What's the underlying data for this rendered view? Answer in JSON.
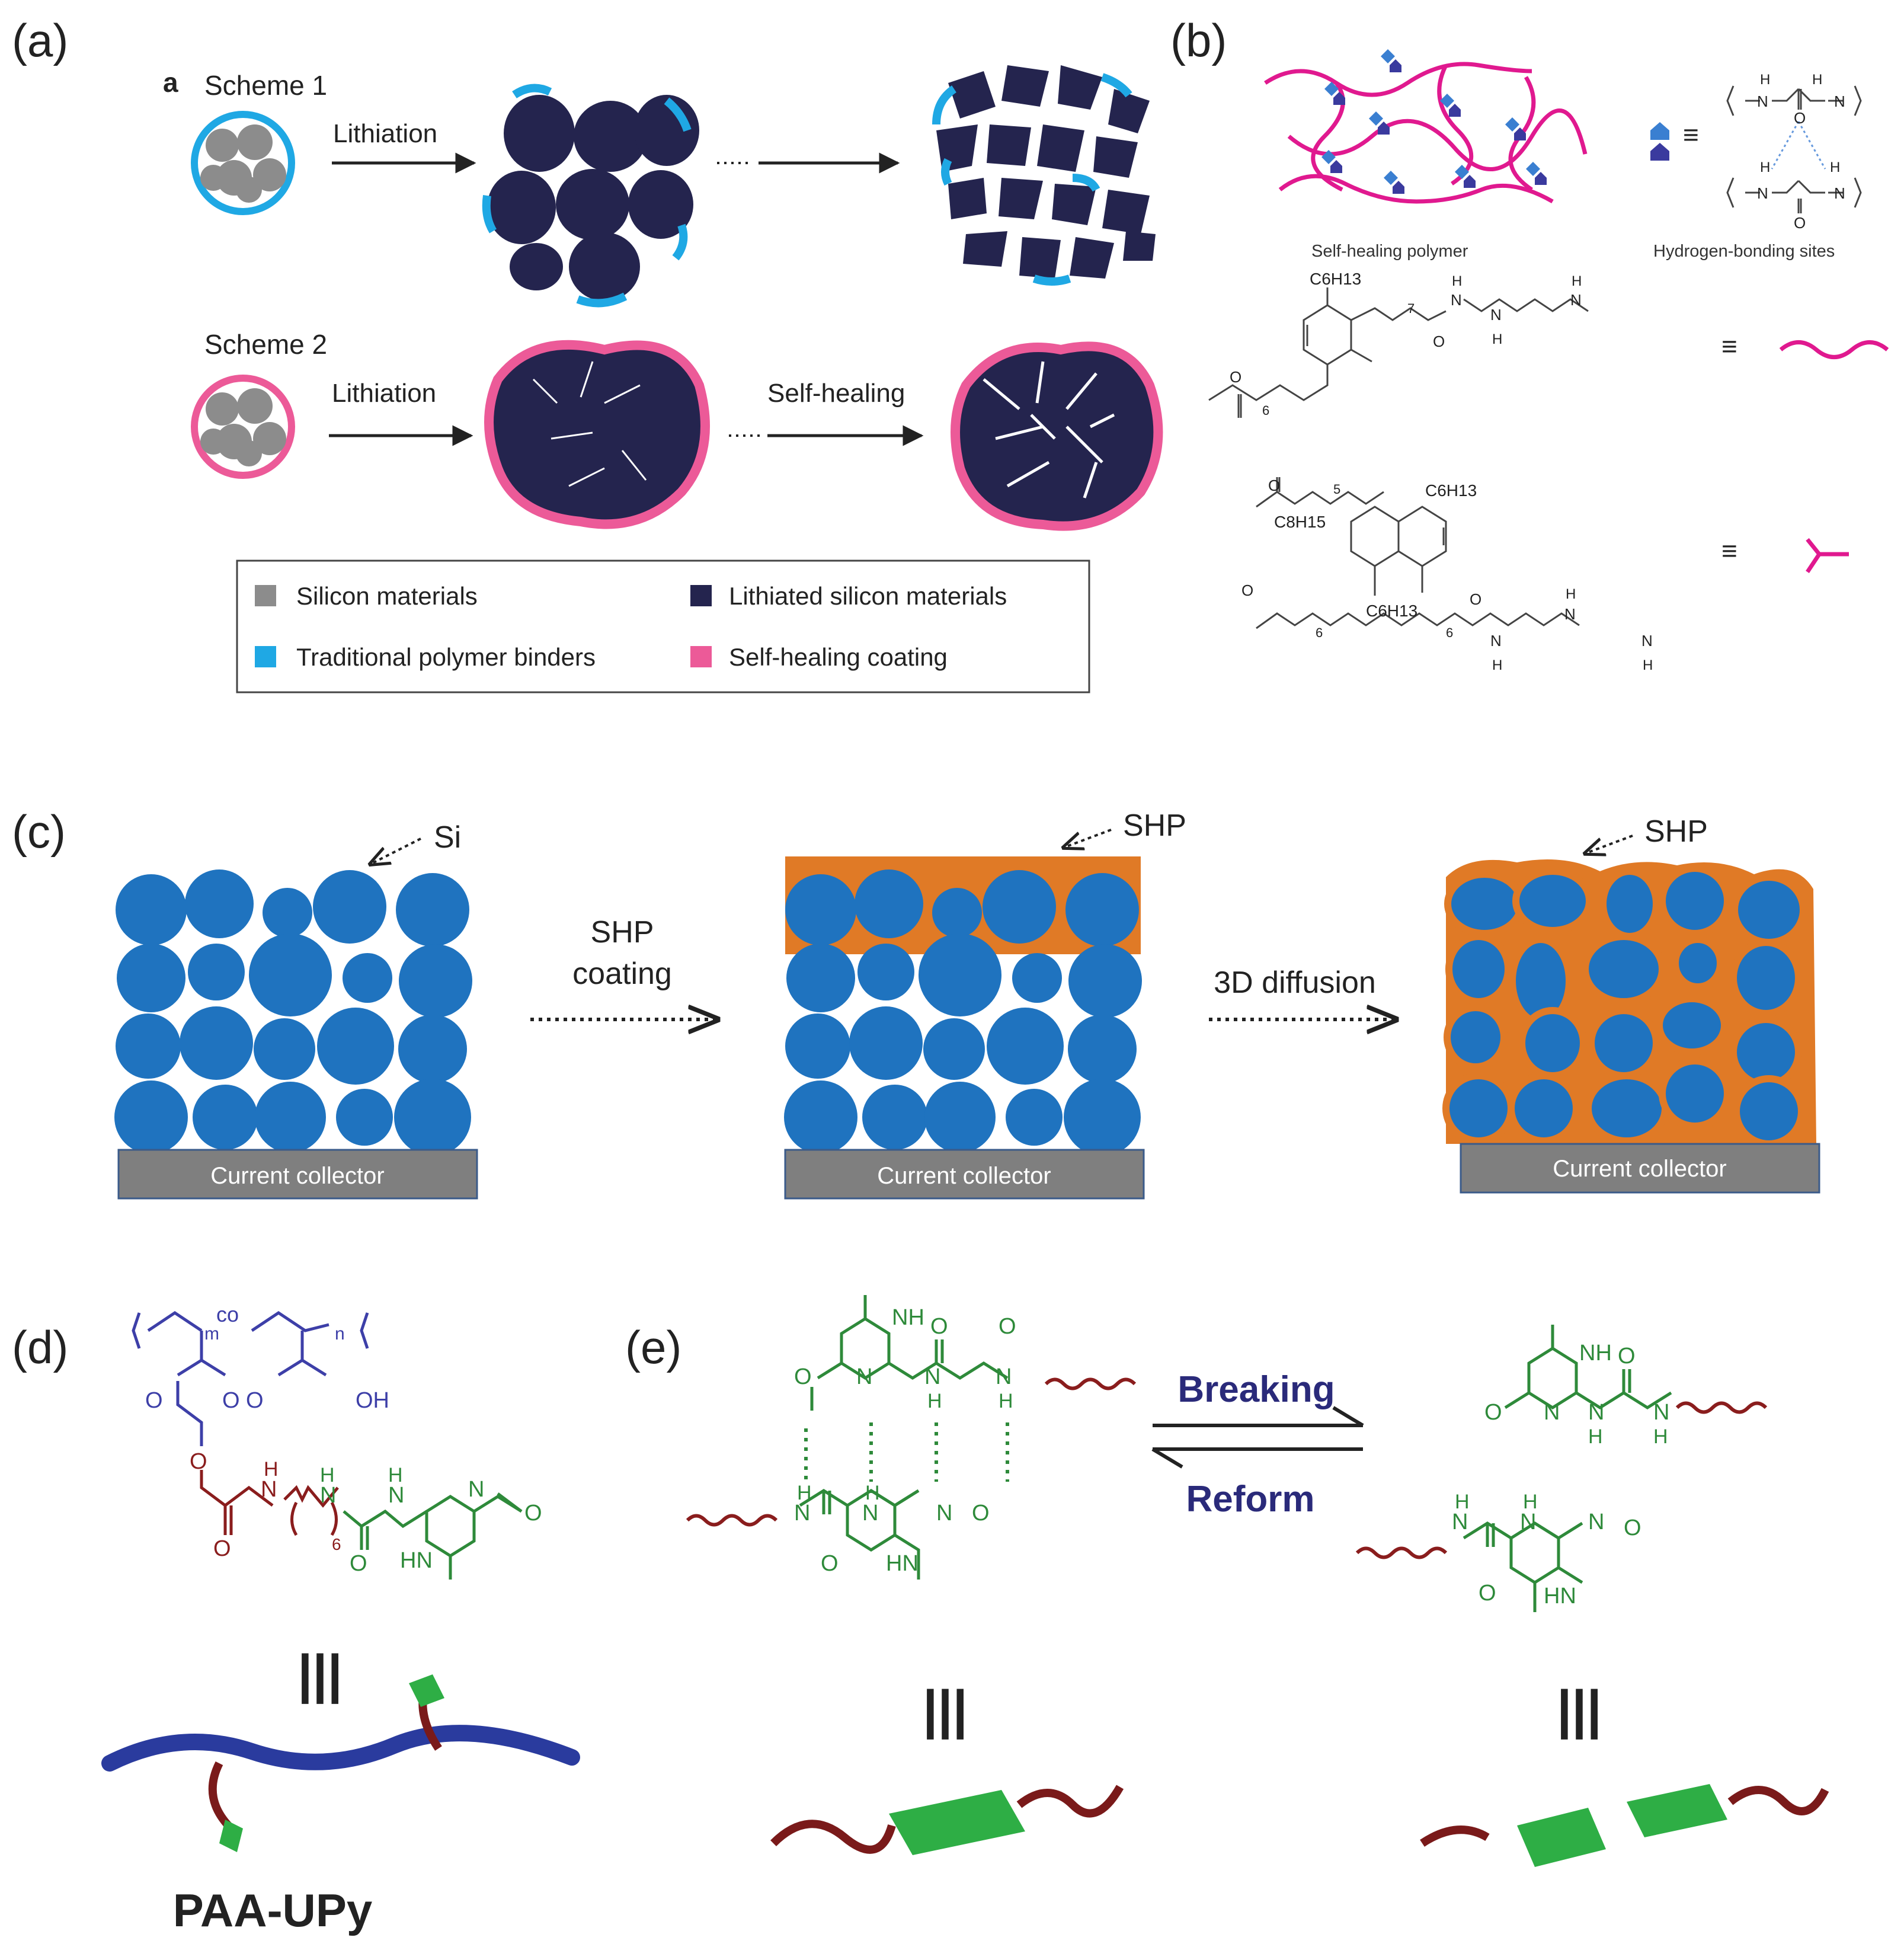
{
  "panels": {
    "a": {
      "label": "(a)",
      "sublabel": "a",
      "scheme1": {
        "title": "Scheme 1",
        "step1": "Lithiation"
      },
      "scheme2": {
        "title": "Scheme 2",
        "step1": "Lithiation",
        "step2": "Self-healing"
      },
      "legend": [
        {
          "label": "Silicon materials",
          "color": "#8c8c8c"
        },
        {
          "label": "Lithiated silicon materials",
          "color": "#24244e"
        },
        {
          "label": "Traditional polymer binders",
          "color": "#1fa8e4"
        },
        {
          "label": "Self-healing coating",
          "color": "#ec5a98"
        }
      ]
    },
    "b": {
      "label": "(b)",
      "caption_polymer": "Self-healing polymer",
      "caption_sites": "Hydrogen-bonding sites",
      "equiv": "≡",
      "atoms": {
        "N": "N",
        "H": "H",
        "O": "O",
        "C6H13": "C6H13",
        "C8H15": "C8H15",
        "sub7": "7",
        "sub6": "6",
        "sub5": "5"
      }
    },
    "c": {
      "label": "(c)",
      "si": "Si",
      "shp1": "SHP",
      "shp2": "SHP",
      "arrow1_line1": "SHP",
      "arrow1_line2": "coating",
      "arrow2": "3D diffusion",
      "collector": "Current collector"
    },
    "d": {
      "label": "(d)",
      "name": "PAA-UPy",
      "triple": "|||",
      "atoms": {
        "m": "m",
        "co": "co",
        "n": "n",
        "O": "O",
        "OH": "OH",
        "H": "H",
        "N": "N",
        "HN": "HN",
        "sub6": "6"
      }
    },
    "e": {
      "label": "(e)",
      "breaking": "Breaking",
      "reform": "Reform",
      "triple": "|||",
      "atoms": {
        "NH": "NH",
        "HN": "HN",
        "N": "N",
        "H": "H",
        "O": "O"
      }
    }
  },
  "colors": {
    "dark_particle": "#24244e",
    "silicon": "#8c8c8c",
    "binder": "#1fa8e4",
    "shc": "#ec5a98",
    "si_blue": "#1f73bf",
    "shp_orange": "#e07a26",
    "collector": "#7f7f7f",
    "chem_blue": "#3d3fa8",
    "chem_red": "#8a1d1d",
    "chem_green": "#2e8a3a",
    "arrow_text": "#2a2a7a",
    "magenta": "#e0198f"
  }
}
